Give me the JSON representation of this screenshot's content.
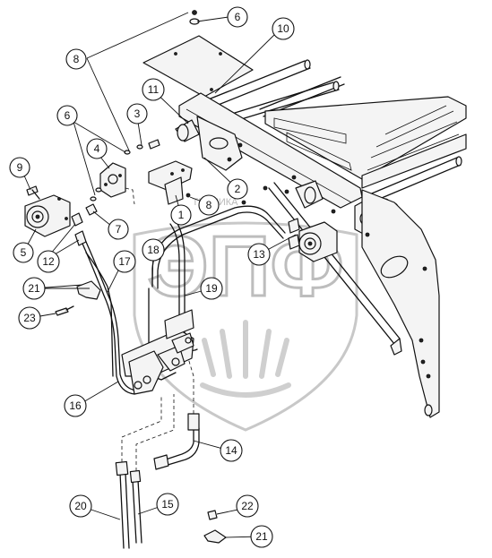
{
  "watermark": {
    "letters": "ЭПФ",
    "caption": "ТЕХНИКА"
  },
  "callouts": [
    {
      "id": "c1",
      "label": "1"
    },
    {
      "id": "c2",
      "label": "2"
    },
    {
      "id": "c3",
      "label": "3"
    },
    {
      "id": "c4",
      "label": "4"
    },
    {
      "id": "c5",
      "label": "5"
    },
    {
      "id": "c6a",
      "label": "6"
    },
    {
      "id": "c6b",
      "label": "6"
    },
    {
      "id": "c7",
      "label": "7"
    },
    {
      "id": "c8a",
      "label": "8"
    },
    {
      "id": "c8b",
      "label": "8"
    },
    {
      "id": "c9",
      "label": "9"
    },
    {
      "id": "c10",
      "label": "10"
    },
    {
      "id": "c11",
      "label": "11"
    },
    {
      "id": "c12",
      "label": "12"
    },
    {
      "id": "c13",
      "label": "13"
    },
    {
      "id": "c14",
      "label": "14"
    },
    {
      "id": "c15",
      "label": "15"
    },
    {
      "id": "c16",
      "label": "16"
    },
    {
      "id": "c17",
      "label": "17"
    },
    {
      "id": "c18",
      "label": "18"
    },
    {
      "id": "c19",
      "label": "19"
    },
    {
      "id": "c20",
      "label": "20"
    },
    {
      "id": "c21a",
      "label": "21"
    },
    {
      "id": "c21b",
      "label": "21"
    },
    {
      "id": "c22",
      "label": "22"
    },
    {
      "id": "c23",
      "label": "23"
    }
  ]
}
